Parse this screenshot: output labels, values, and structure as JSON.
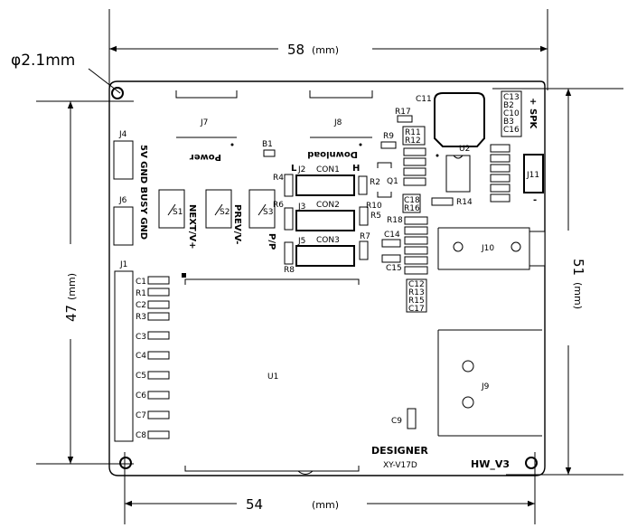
{
  "dimensions": {
    "width_top": {
      "value": "58",
      "unit": "(mm)"
    },
    "width_bottom": {
      "value": "54",
      "unit": "(mm)"
    },
    "height_left": {
      "value": "47",
      "unit": "(mm)"
    },
    "height_right": {
      "value": "51",
      "unit": "(mm)"
    },
    "hole": "φ2.1mm"
  },
  "connectors": {
    "j7": "J7",
    "j8": "J8",
    "j4": "J4",
    "j6": "J6",
    "j1": "J1",
    "j2": "J2",
    "j3": "J3",
    "j5": "J5",
    "j9": "J9",
    "j10": "J10",
    "j11": "J11",
    "con1": "CON1",
    "con2": "CON2",
    "con3": "CON3"
  },
  "labels": {
    "power": "Power",
    "download": "Download",
    "j4_pins": "5V GND BUSY GND",
    "s1": "S1",
    "s2": "S2",
    "s3": "S3",
    "next": "NEXT/V+",
    "prev": "PREV/V-",
    "pp": "P/P",
    "L": "L",
    "H": "H",
    "spk_plus": "+",
    "spk": "SPK",
    "spk_minus": "-",
    "u1": "U1",
    "u2": "U2",
    "designer": "DESIGNER",
    "model": "XY-V17D",
    "hw": "HW_V3"
  },
  "components": {
    "c1": "C1",
    "r1": "R1",
    "c2": "C2",
    "r3": "R3",
    "c3": "C3",
    "c4": "C4",
    "c5": "C5",
    "c6": "C6",
    "c7": "C7",
    "c8": "C8",
    "b1": "B1",
    "r4": "R4",
    "r2": "R2",
    "q1": "Q1",
    "r6": "R6",
    "r5": "R5",
    "r10": "R10",
    "r7": "R7",
    "r8": "R8",
    "r9": "R9",
    "r17": "R17",
    "r11": "R11",
    "r12": "R12",
    "r14": "R14",
    "c18": "C18",
    "r16": "R16",
    "r18": "R18",
    "c14": "C14",
    "c15": "C15",
    "c11": "C11",
    "c13": "C13",
    "b2": "B2",
    "c10": "C10",
    "b3": "B3",
    "c16": "C16",
    "c12": "C12",
    "r13": "R13",
    "r15": "R15",
    "c17": "C17",
    "c9": "C9"
  }
}
